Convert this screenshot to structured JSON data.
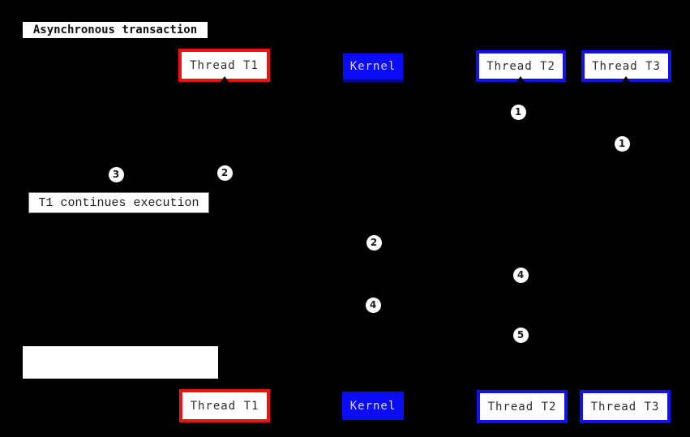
{
  "diagram": {
    "title": "Asynchronous transaction"
  },
  "actors": {
    "thread_t1": "Thread T1",
    "kernel": "Kernel",
    "thread_t2": "Thread T2",
    "thread_t3": "Thread T3"
  },
  "notes": {
    "t1_continues": "T1 continues execution",
    "blank": ""
  },
  "markers": [
    {
      "label": "1"
    },
    {
      "label": "1"
    },
    {
      "label": "2"
    },
    {
      "label": "3"
    },
    {
      "label": "2"
    },
    {
      "label": "4"
    },
    {
      "label": "4"
    },
    {
      "label": "5"
    }
  ],
  "colors": {
    "background": "#000000",
    "t1_border": "#f21010",
    "blue_border": "#1111f2",
    "kernel_bg": "#0b0bf5",
    "kernel_text": "#d6d6f5",
    "actor_text": "#2e2e2e",
    "note_bg": "#ffffff",
    "marker_bg": "#ffffff"
  }
}
